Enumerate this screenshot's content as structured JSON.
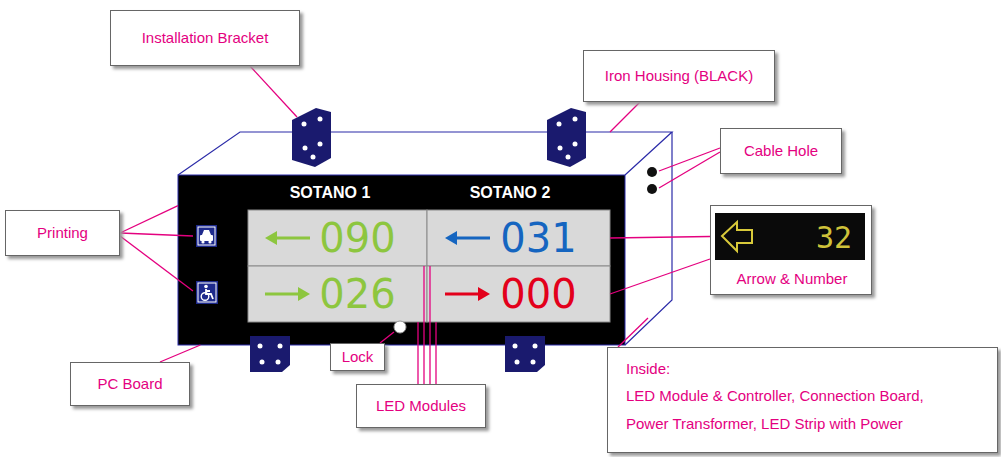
{
  "diagram": {
    "nodes": [
      {
        "text": [
          "Installation Bracket"
        ]
      },
      {
        "text": [
          "Iron Housing (BLACK)"
        ]
      },
      {
        "text": [
          "Cable Hole"
        ]
      },
      {
        "text": [
          "SOTANO 1",
          "SOTANO 2"
        ]
      },
      {
        "text": [
          "090"
        ],
        "in": 3
      },
      {
        "text": [
          "031"
        ],
        "in": 3
      },
      {
        "text": [
          "026"
        ],
        "in": 3
      },
      {
        "text": [
          "000"
        ],
        "in": 3
      },
      {
        "text": [
          "Printing"
        ]
      },
      {
        "text": [
          "Arrow & Number"
        ]
      },
      {
        "text": [
          "32"
        ],
        "in": 9
      },
      {
        "text": [
          "Lock"
        ]
      },
      {
        "text": [
          "PC Board"
        ]
      },
      {
        "text": [
          "LED Modules"
        ]
      },
      {
        "text": [
          "Inside:",
          "LED Module & Controller, Connection Board, Power Transformer, LED Strip with Power"
        ]
      }
    ],
    "edges": [
      {
        "from": 8,
        "to": 3,
        "arrow": "none"
      },
      {
        "from": 9,
        "to": 5,
        "arrow": "none"
      },
      {
        "from": 9,
        "to": 7,
        "arrow": "none"
      },
      {
        "from": 12,
        "to": 3,
        "arrow": "none"
      },
      {
        "from": 13,
        "to": 4,
        "arrow": "none"
      },
      {
        "from": 13,
        "to": 5,
        "arrow": "none"
      },
      {
        "from": 13,
        "to": 6,
        "arrow": "none"
      },
      {
        "from": 13,
        "to": 7,
        "arrow": "none"
      }
    ]
  }
}
